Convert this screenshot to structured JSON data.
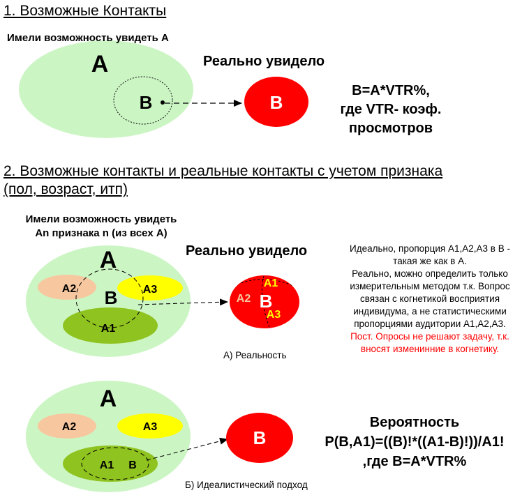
{
  "section1": {
    "heading": "1. Возможные Контакты",
    "subtitle": "Имели возможность увидеть А",
    "label_a": "A",
    "label_b": "B",
    "seen_label": "Реально увидело",
    "result_b": "B",
    "formula_lines": [
      "B=A*VTR%,",
      "где VTR- коэф.",
      "просмотров"
    ]
  },
  "section2": {
    "heading_lines": [
      "2. Возможные контакты и реальные контакты с учетом признака",
      "(пол, возраст, итп)"
    ],
    "subtitle_lines": [
      "Имели возможность увидеть",
      "An признака n (из всех А)"
    ],
    "label_a": "A",
    "label_a1": "A1",
    "label_a2": "A2",
    "label_a3": "A3",
    "label_b": "B",
    "seen_label": "Реально увидело",
    "result": {
      "a1": "A1",
      "a2": "A2",
      "a3": "A3",
      "b": "B"
    },
    "caption": "А) Реальность",
    "note_lines": [
      "Идеально, пропорция А1,А2,А3 в В -",
      "такая же как в А.",
      "Реально, можно определить только",
      "измерительным методом т.к. Вопрос",
      "связан с когнетикой восприятия",
      "индивидума, а не статистическими",
      "пропорциями аудитории А1,А2,А3."
    ],
    "warning_lines": [
      "Пост. Опросы не решают задачу, т.к.",
      "вносят изменинние в когнетику."
    ]
  },
  "section3": {
    "label_a": "A",
    "label_a2": "A2",
    "label_a3": "A3",
    "label_a1": "A1",
    "label_b": "B",
    "result_b": "B",
    "formula_lines": [
      "Вероятность",
      "P(B,A1)=((B)!*((A1-B)!))/A1!",
      ",где B=A*VTR%"
    ],
    "caption": "Б) Идеалистический подход"
  },
  "colors": {
    "light_green": "#ccf5c4",
    "peach": "#f7c8a0",
    "yellow": "#ffff00",
    "olive_green": "#8fc31f",
    "red": "#ff0000",
    "warning_text": "#ff0000",
    "yellow_text": "#ffff00",
    "peach_text": "#f7c8a0"
  }
}
